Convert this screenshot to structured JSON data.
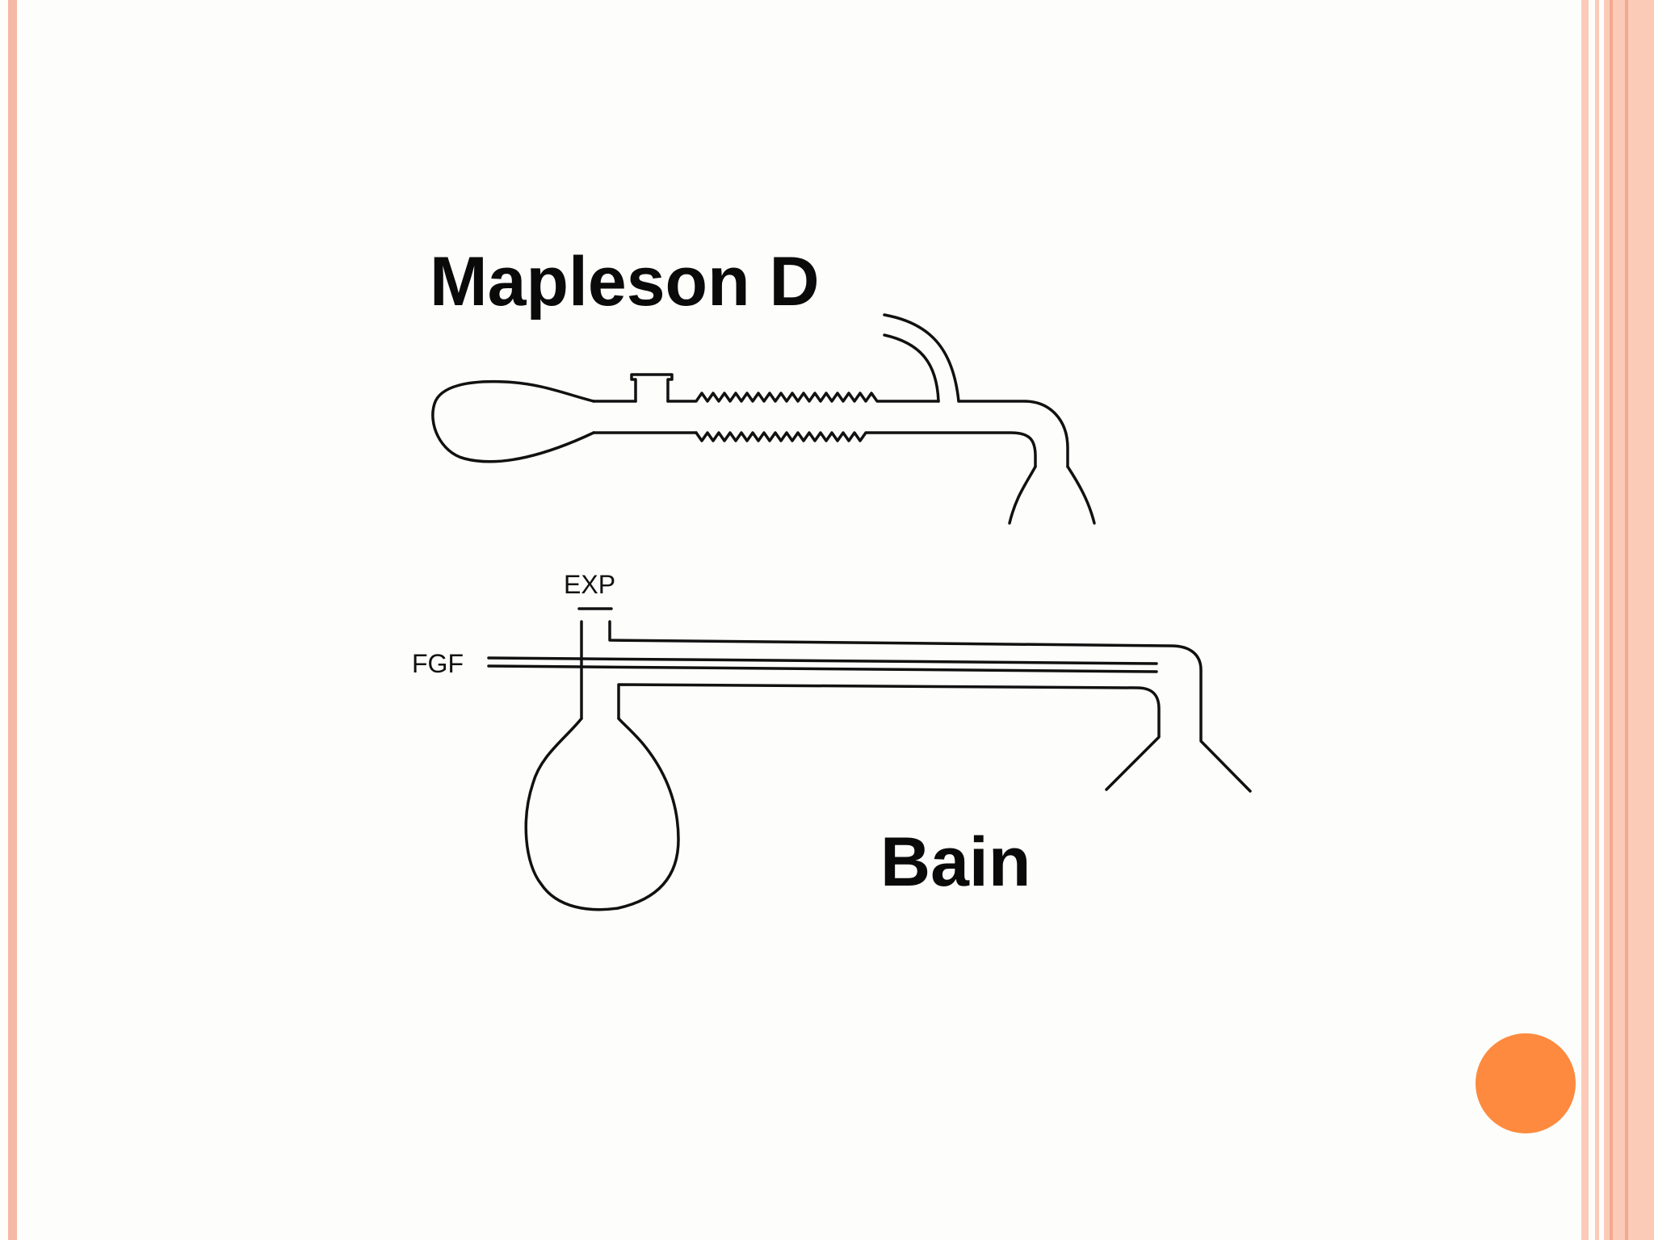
{
  "diagram": {
    "mapleson_title": "Mapleson D",
    "bain_title": "Bain",
    "exp_label": "EXP",
    "fgf_label": "FGF"
  },
  "colors": {
    "background": "#fdfdfc",
    "border_accent": "#f5b8a4",
    "dot": "#fd8a3e",
    "ink": "#111111"
  }
}
